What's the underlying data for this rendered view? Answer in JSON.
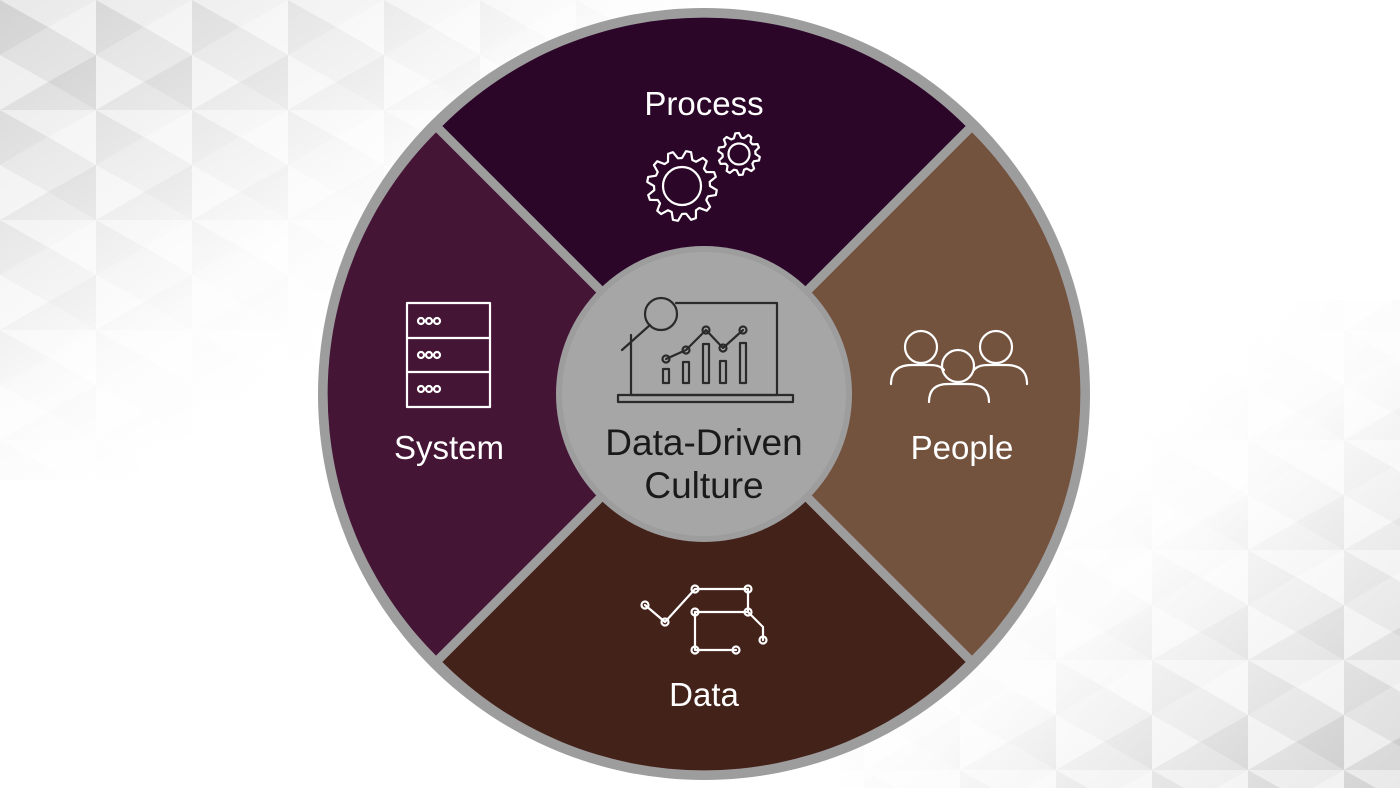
{
  "center": {
    "title_line1": "Data-Driven",
    "title_line2": "Culture",
    "icon": "analytics-chart-icon"
  },
  "segments": [
    {
      "label": "Process",
      "icon": "gears-icon",
      "color": "#2c0628"
    },
    {
      "label": "People",
      "icon": "people-group-icon",
      "color": "#73523e"
    },
    {
      "label": "Data",
      "icon": "data-network-icon",
      "color": "#43221a"
    },
    {
      "label": "System",
      "icon": "server-stack-icon",
      "color": "#451536"
    }
  ],
  "colors": {
    "ring": "#9e9d9e",
    "center_disc": "#a6a6a6",
    "label_text": "#ffffff"
  }
}
